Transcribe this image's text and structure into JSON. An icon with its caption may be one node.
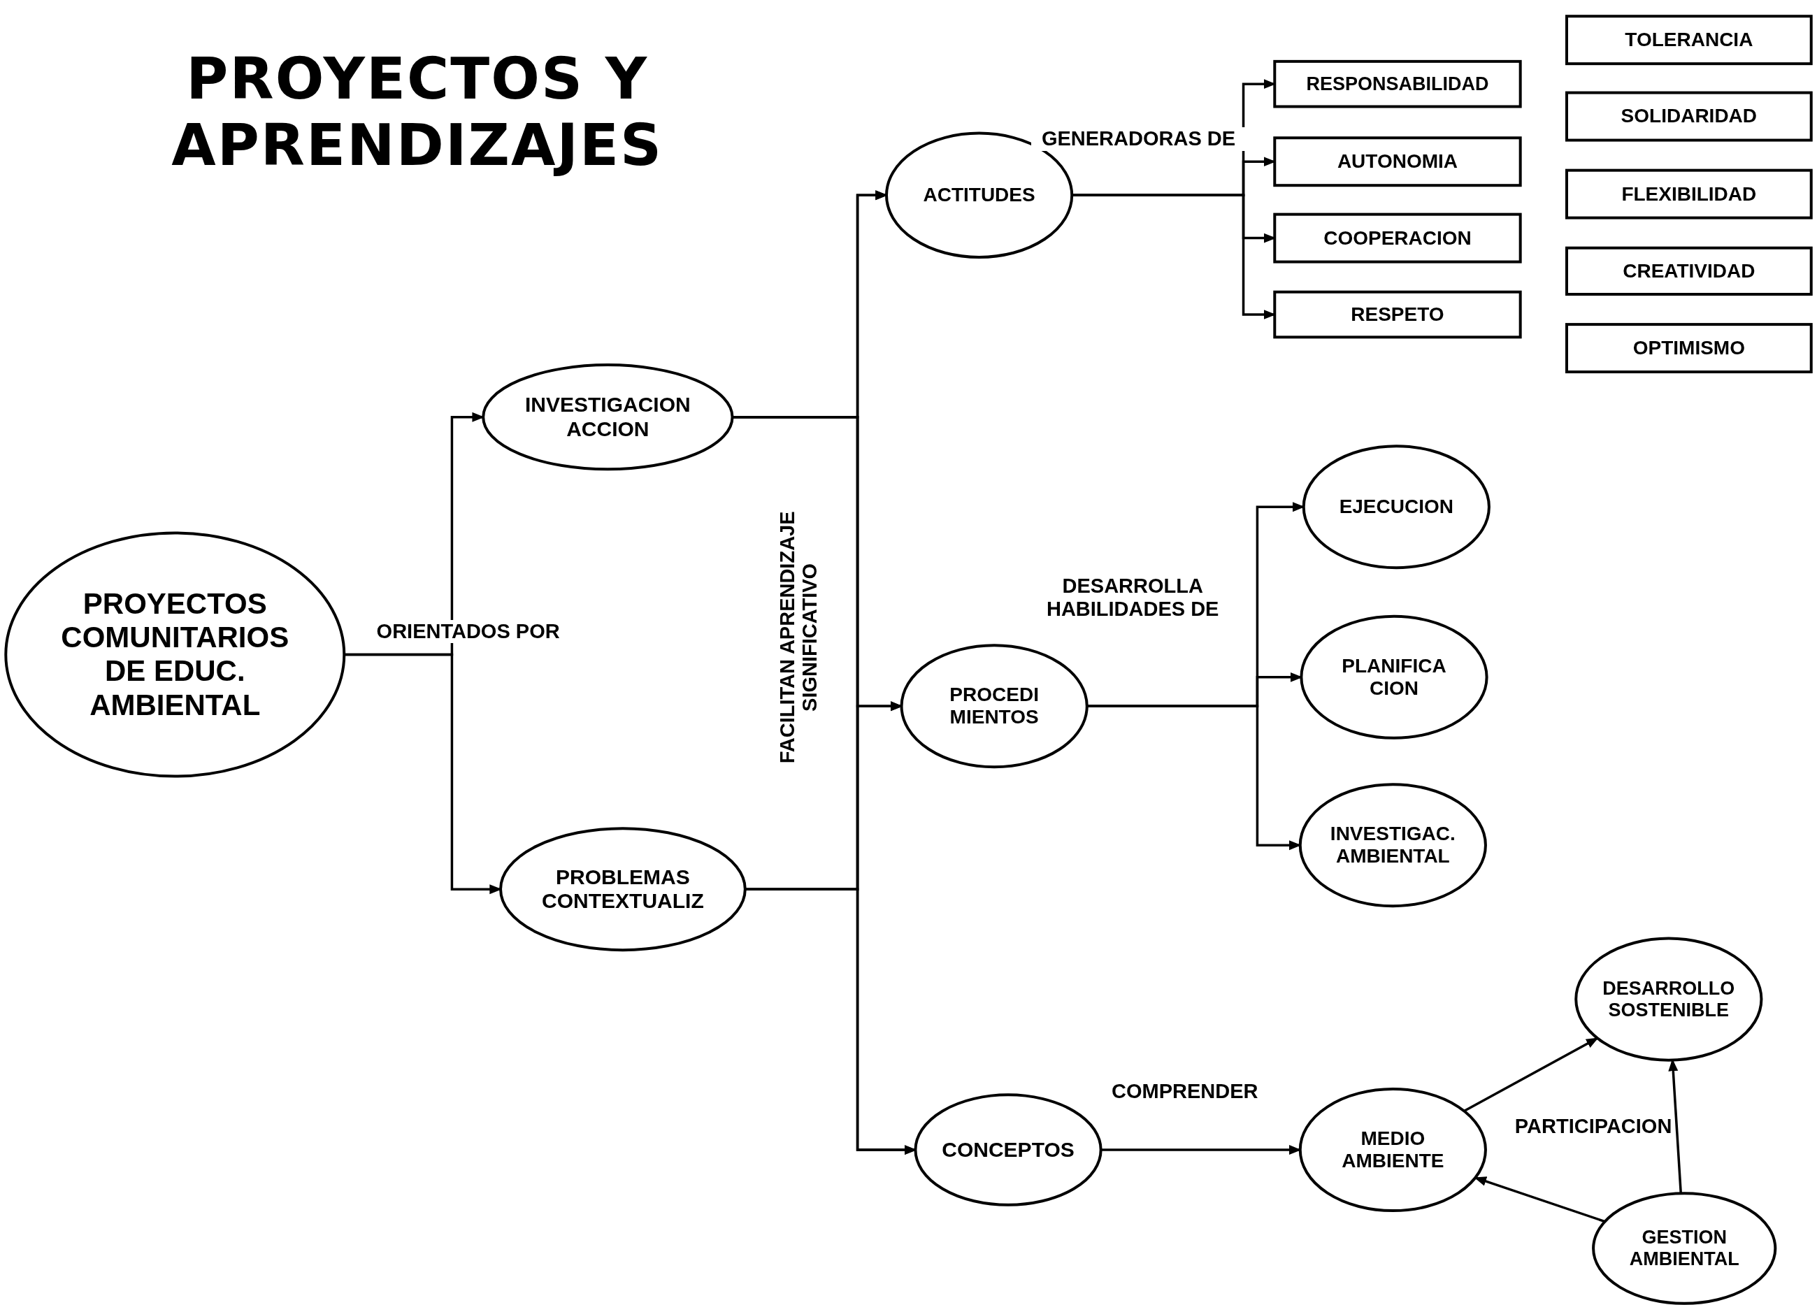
{
  "diagram": {
    "title": "PROYECTOS Y APRENDIZAJES",
    "nodes": [
      {
        "text": [
          "PROYECTOS COMUNITARIOS DE EDUC. AMBIENTAL"
        ]
      },
      {
        "text": [
          "INVESTIGACION ACCION"
        ]
      },
      {
        "text": [
          "PROBLEMAS CONTEXTUALIZ"
        ]
      },
      {
        "text": [
          "ACTITUDES"
        ]
      },
      {
        "text": [
          "PROCEDI MIENTOS"
        ]
      },
      {
        "text": [
          "CONCEPTOS"
        ]
      },
      {
        "text": [
          "RESPONSABILIDAD"
        ]
      },
      {
        "text": [
          "AUTONOMIA"
        ]
      },
      {
        "text": [
          "COOPERACION"
        ]
      },
      {
        "text": [
          "RESPETO"
        ]
      },
      {
        "text": [
          "TOLERANCIA"
        ]
      },
      {
        "text": [
          "SOLIDARIDAD"
        ]
      },
      {
        "text": [
          "FLEXIBILIDAD"
        ]
      },
      {
        "text": [
          "CREATIVIDAD"
        ]
      },
      {
        "text": [
          "OPTIMISMO"
        ]
      },
      {
        "text": [
          "EJECUCION"
        ]
      },
      {
        "text": [
          "PLANIFICA CION"
        ]
      },
      {
        "text": [
          "INVESTIGAC. AMBIENTAL"
        ]
      },
      {
        "text": [
          "MEDIO AMBIENTE"
        ]
      },
      {
        "text": [
          "DESARROLLO SOSTENIBLE"
        ]
      },
      {
        "text": [
          "GESTION AMBIENTAL"
        ]
      }
    ],
    "edges": [
      {
        "from": 0,
        "to": 1,
        "arrow": "to",
        "label": "ORIENTADOS POR"
      },
      {
        "from": 0,
        "to": 2,
        "arrow": "to"
      },
      {
        "from": 1,
        "to": 3,
        "arrow": "to"
      },
      {
        "from": 1,
        "to": 4,
        "arrow": "to",
        "label": "FACILITAN APRENDIZAJE SIGNIFICATIVO"
      },
      {
        "from": 1,
        "to": 5,
        "arrow": "to"
      },
      {
        "from": 2,
        "to": 3,
        "arrow": "to"
      },
      {
        "from": 2,
        "to": 4,
        "arrow": "to"
      },
      {
        "from": 2,
        "to": 5,
        "arrow": "to"
      },
      {
        "from": 3,
        "to": 6,
        "arrow": "to",
        "label": "GENERADORAS DE"
      },
      {
        "from": 3,
        "to": 7,
        "arrow": "to"
      },
      {
        "from": 3,
        "to": 8,
        "arrow": "to"
      },
      {
        "from": 3,
        "to": 9,
        "arrow": "to"
      },
      {
        "from": 4,
        "to": 15,
        "arrow": "to",
        "label": "DESARROLLA HABILIDADES DE"
      },
      {
        "from": 4,
        "to": 16,
        "arrow": "to"
      },
      {
        "from": 4,
        "to": 17,
        "arrow": "to"
      },
      {
        "from": 5,
        "to": 18,
        "arrow": "to",
        "label": "COMPRENDER"
      },
      {
        "from": 18,
        "to": 19,
        "arrow": "to"
      },
      {
        "from": 20,
        "to": 19,
        "arrow": "to"
      },
      {
        "from": 20,
        "to": 18,
        "arrow": "to"
      }
    ],
    "labels": [
      "PARTICIPACION"
    ]
  }
}
